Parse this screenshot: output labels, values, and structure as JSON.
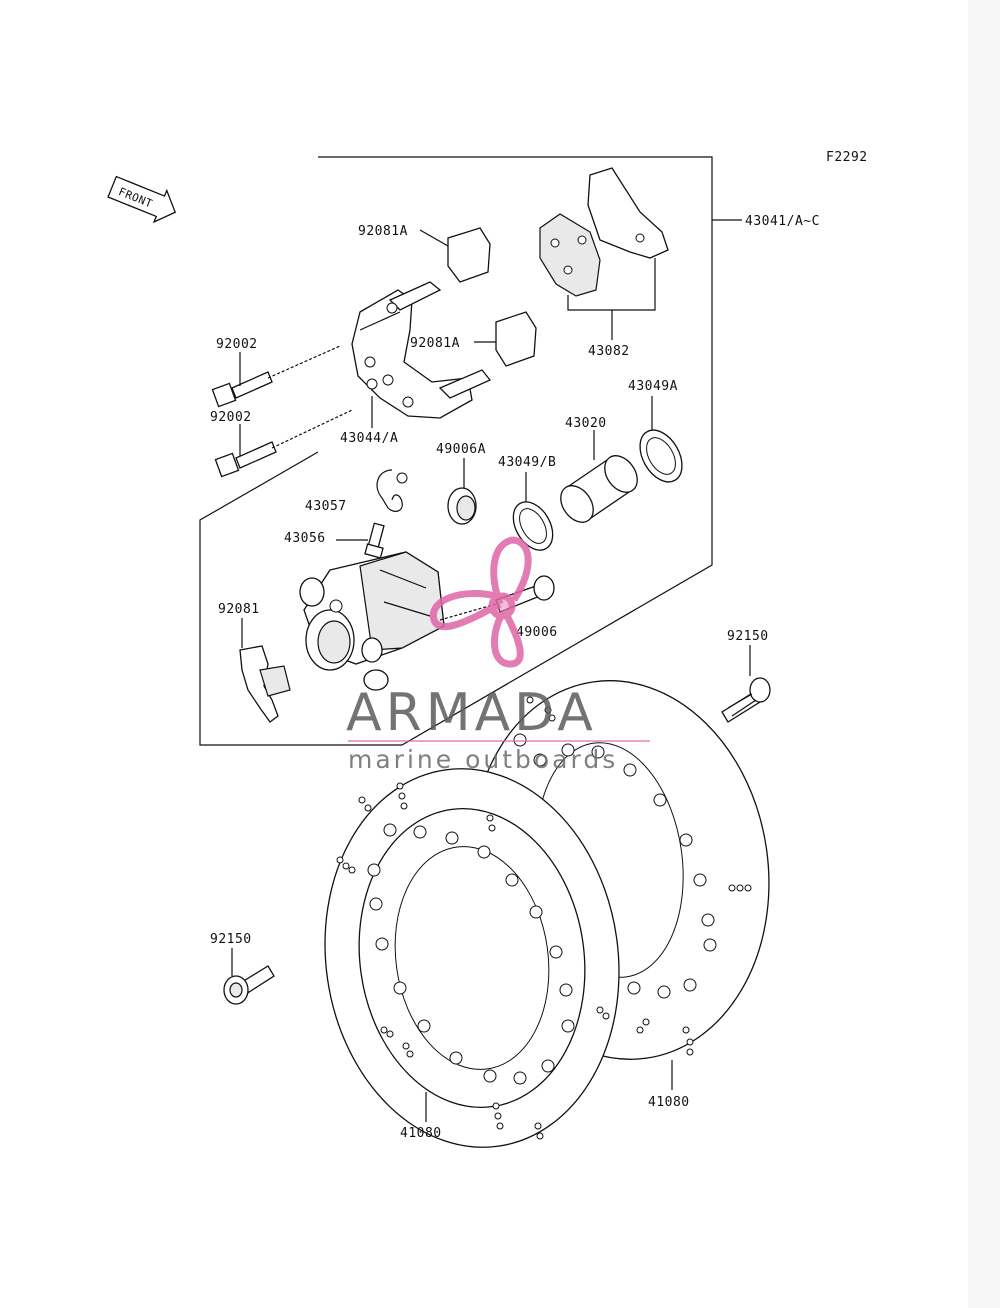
{
  "figure_code": "F2292",
  "front_arrow_label": "FRONT",
  "watermark": {
    "brand": "ARMADA",
    "tagline": "marine outboards",
    "logo_color": "#e066a8"
  },
  "part_labels": {
    "p43041": "43041/A~C",
    "p92081A_top": "92081A",
    "p92081A_mid": "92081A",
    "p43082": "43082",
    "p92002_a": "92002",
    "p92002_b": "92002",
    "p43044": "43044/A",
    "p43049A": "43049A",
    "p43020": "43020",
    "p49006A": "49006A",
    "p43049B": "43049/B",
    "p43057": "43057",
    "p43056": "43056",
    "p92081": "92081",
    "p49006": "49006",
    "p92150_right": "92150",
    "p92150_left": "92150",
    "p41080_left": "41080",
    "p41080_right": "41080"
  }
}
